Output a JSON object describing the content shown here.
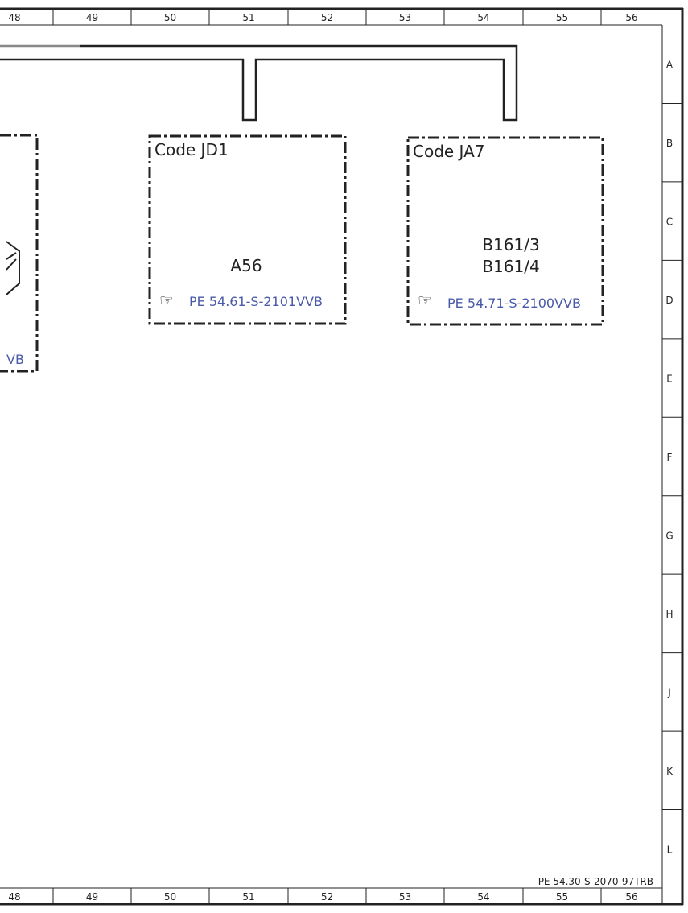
{
  "columns": [
    "48",
    "49",
    "50",
    "51",
    "52",
    "53",
    "54",
    "55",
    "56"
  ],
  "rows": [
    "A",
    "B",
    "C",
    "D",
    "E",
    "F",
    "G",
    "H",
    "J",
    "K",
    "L"
  ],
  "left_box": {
    "ref_partial": "VB"
  },
  "boxes": [
    {
      "code": "Code JD1",
      "components": [
        "A56"
      ],
      "ref_icon": "pointing-hand-icon",
      "ref": "PE 54.61-S-2101VVB"
    },
    {
      "code": "Code JA7",
      "components": [
        "B161/3",
        "B161/4"
      ],
      "ref_icon": "pointing-hand-icon",
      "ref": "PE 54.71-S-2100VVB"
    }
  ],
  "hand_glyph": "☞",
  "document_number": "PE 54.30-S-2070-97TRB",
  "colors": {
    "line": "#222222",
    "reference_link": "#4a5aa8"
  }
}
